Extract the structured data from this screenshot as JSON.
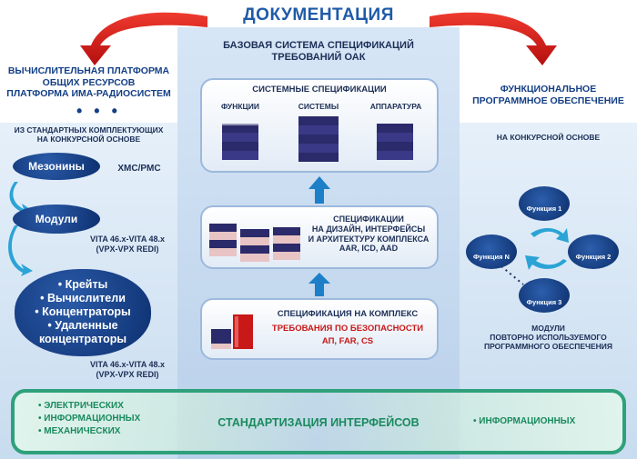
{
  "title": "ДОКУМЕНТАЦИЯ",
  "left": {
    "heading": [
      "ВЫЧИСЛИТЕЛЬНАЯ ПЛАТФОРМА",
      "ОБЩИХ РЕСУРСОВ",
      "ПЛАТФОРМА ИМА-РАДИОСИСТЕМ"
    ],
    "ellipsis": "• • •",
    "subheading": [
      "ИЗ СТАНДАРТНЫХ КОМПЛЕКТУЮЩИХ",
      "НА КОНКУРСНОЙ ОСНОВЕ"
    ],
    "mezzanine": "Мезонины",
    "mezzanine_std": "XMC/PMC",
    "modules": "Модули",
    "modules_std": [
      "VITA 46.x-VITA 48.x",
      "(VPX-VPX REDI)"
    ],
    "big_items": [
      "• Крейты",
      "• Вычислители",
      "• Концентраторы",
      "• Удаленные",
      "концентраторы"
    ],
    "big_std": [
      "VITA 46.x-VITA 48.x",
      "(VPX-VPX REDI)"
    ]
  },
  "center": {
    "heading": [
      "БАЗОВАЯ СИСТЕМА СПЕЦИФИКАЦИЙ",
      "ТРЕБОВАНИЙ ОАК"
    ],
    "sys_specs": {
      "title": "СИСТЕМНЫЕ СПЕЦИФИКАЦИИ",
      "labels": [
        "ФУНКЦИИ",
        "СИСТЕМЫ",
        "АППАРАТУРА"
      ]
    },
    "design_specs": [
      "СПЕЦИФИКАЦИИ",
      "НА ДИЗАЙН, ИНТЕРФЕЙСЫ",
      "И АРХИТЕКТУРУ КОМПЛЕКСА",
      "AAR, ICD, AAD"
    ],
    "complex_spec": {
      "title": "СПЕЦИФИКАЦИЯ НА КОМПЛЕКС",
      "safety": "ТРЕБОВАНИЯ ПО БЕЗОПАСНОСТИ",
      "codes": "АП, FAR, CS"
    }
  },
  "right": {
    "heading": [
      "ФУНКЦИОНАЛЬНОЕ",
      "ПРОГРАММНОЕ ОБЕСПЕЧЕНИЕ"
    ],
    "subheading": "НА КОНКУРСНОЙ ОСНОВЕ",
    "functions": [
      "Функция 1",
      "Функция 2",
      "Функция 3",
      "Функция N"
    ],
    "modules_text": [
      "МОДУЛИ",
      "ПОВТОРНО ИСПОЛЬЗУЕМОГО",
      "ПРОГРАММНОГО ОБЕСПЕЧЕНИЯ"
    ]
  },
  "bottom": {
    "left_items": [
      "• ЭЛЕКТРИЧЕСКИХ",
      "• ИНФОРМАЦИОННЫХ",
      "• МЕХАНИЧЕСКИХ"
    ],
    "center": "СТАНДАРТИЗАЦИЯ ИНТЕРФЕЙСОВ",
    "right_item": "• ИНФОРМАЦИОННЫХ"
  },
  "colors": {
    "navy": "#143f86",
    "green": "#1a8a5e",
    "red": "#c81818",
    "pill": "#0c2f6e"
  }
}
